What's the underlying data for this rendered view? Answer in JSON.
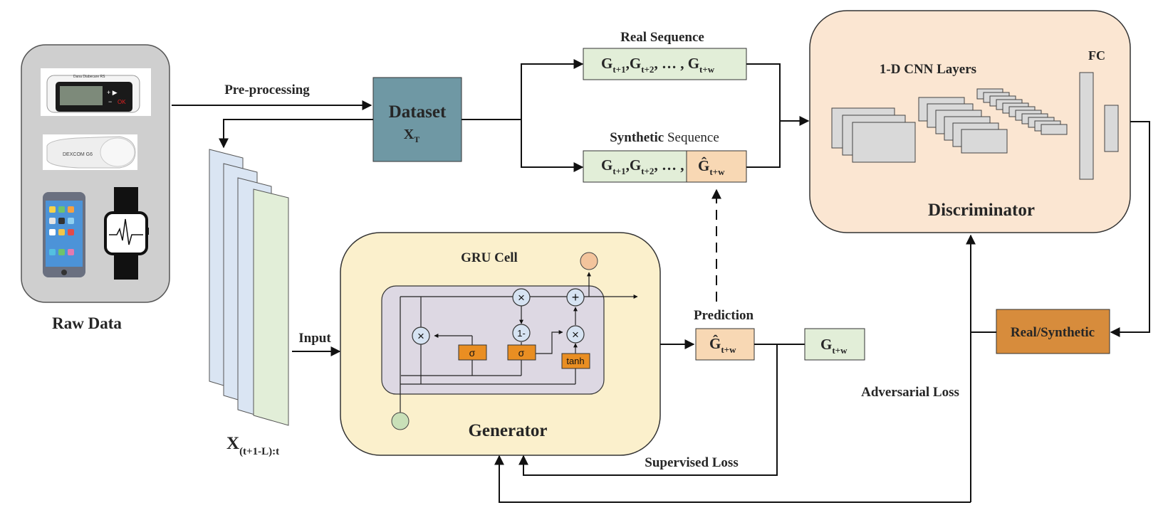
{
  "raw_data": {
    "label": "Raw Data",
    "device_text_1": "Dana Diabecare RS",
    "device_text_2": "DEXCOM G6",
    "pump_ok": "OK"
  },
  "preprocessing": "Pre-processing",
  "dataset": {
    "title": "Dataset",
    "sub": "X",
    "sub_idx": "T"
  },
  "real_sequence": {
    "label": "Real Sequence",
    "parts": [
      "G",
      "t+1",
      ",G",
      "t+2",
      ", … , G",
      "t+w"
    ]
  },
  "synthetic_sequence": {
    "label_a": "Synthetic",
    "label_b": " Sequence",
    "parts": [
      "G",
      "t+1",
      ",G",
      "t+2",
      ", … ,"
    ],
    "pred": "Ĝ",
    "pred_idx": "t+w"
  },
  "input_stack": {
    "label": "X",
    "idx": "(t+1-L):t"
  },
  "input_label": "Input",
  "generator": {
    "title": "Generator",
    "cell_title": "GRU Cell",
    "ops": {
      "mult": "×",
      "plus": "+",
      "one_minus": "1-",
      "sigma": "σ",
      "tanh": "tanh"
    }
  },
  "prediction": {
    "label": "Prediction",
    "pred": "Ĝ",
    "pred_idx": "t+w"
  },
  "target": {
    "G": "G",
    "idx": "t+w"
  },
  "discriminator": {
    "title": "Discriminator",
    "cnn_label": "1-D CNN Layers",
    "fc_label": "FC"
  },
  "real_synthetic": "Real/Synthetic",
  "adversarial_loss": "Adversarial Loss",
  "supervised_loss": "Supervised Loss",
  "colors": {
    "gray_panel": "#cfcfcf",
    "dataset": "#6f98a4",
    "light_green": "#e2eed8",
    "light_blue": "#dae5f3",
    "peach": "#f8d8b4",
    "gen_bg": "#fbf0cc",
    "disc_bg": "#fbe6d2",
    "cell_bg": "#ddd8e3",
    "orange": "#e98e22",
    "rs_box": "#d78c3c",
    "green_circle": "#c9e0b8",
    "orange_circle": "#f3c49c"
  }
}
